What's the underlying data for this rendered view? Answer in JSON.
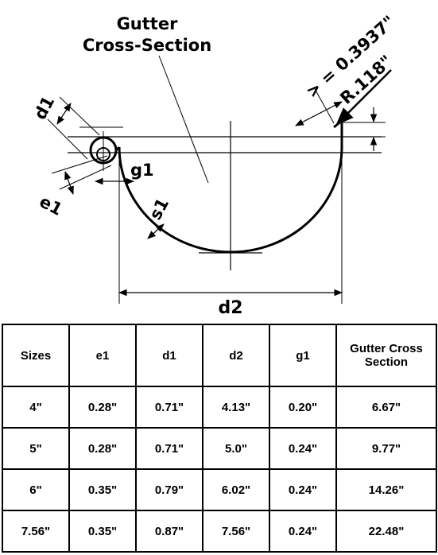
{
  "diagram": {
    "title_line1": "Gutter",
    "title_line2": "Cross-Section",
    "label_d1": "d1",
    "label_e1": "e1",
    "label_g1": "g1",
    "label_s1": "s1",
    "label_d2": "d2",
    "label_min": "> = 0.3937\"",
    "label_radius": "R.118\""
  },
  "table": {
    "headers": [
      "Sizes",
      "e1",
      "d1",
      "d2",
      "g1",
      "Gutter Cross Section"
    ],
    "rows": [
      [
        "4\"",
        "0.28\"",
        "0.71\"",
        "4.13\"",
        "0.20\"",
        "6.67\""
      ],
      [
        "5\"",
        "0.28\"",
        "0.71\"",
        "5.0\"",
        "0.24\"",
        "9.77\""
      ],
      [
        "6\"",
        "0.35\"",
        "0.79\"",
        "6.02\"",
        "0.24\"",
        "14.26\""
      ],
      [
        "7.56\"",
        "0.35\"",
        "0.87\"",
        "7.56\"",
        "0.24\"",
        "22.48\""
      ]
    ]
  }
}
